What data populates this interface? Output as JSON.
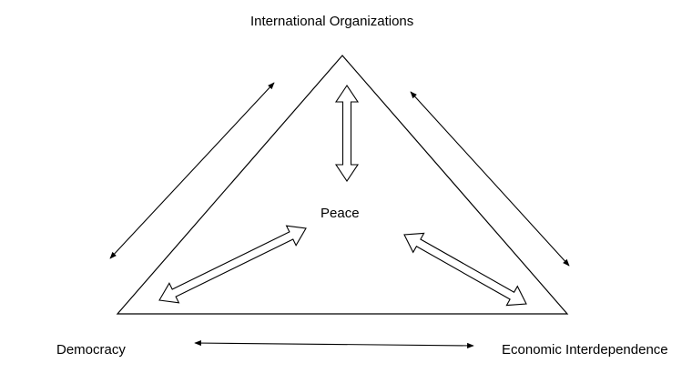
{
  "nodes": {
    "top": "International Organizations",
    "center": "Peace",
    "left": "Democracy",
    "right": "Economic Interdependence"
  },
  "colors": {
    "stroke": "#000000",
    "background": "#ffffff",
    "arrow_fill": "#ffffff"
  }
}
